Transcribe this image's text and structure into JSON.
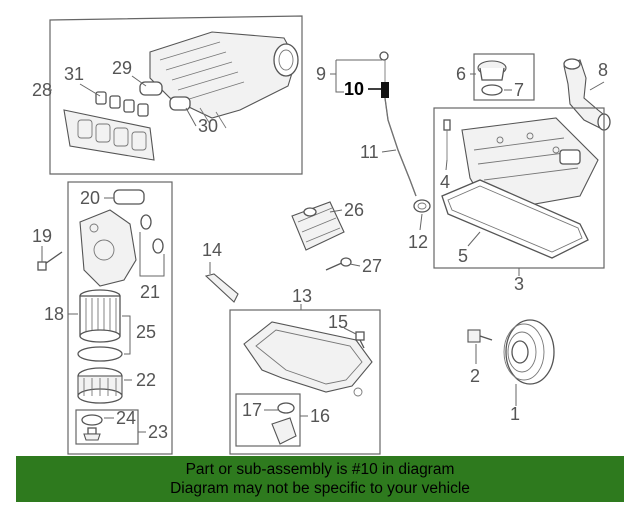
{
  "callouts": {
    "c1": "1",
    "c2": "2",
    "c3": "3",
    "c4": "4",
    "c5": "5",
    "c6": "6",
    "c7": "7",
    "c8": "8",
    "c9": "9",
    "c10": "10",
    "c11": "11",
    "c12": "12",
    "c13": "13",
    "c14": "14",
    "c15": "15",
    "c16": "16",
    "c17": "17",
    "c18": "18",
    "c19": "19",
    "c20": "20",
    "c21": "21",
    "c22": "22",
    "c23": "23",
    "c24": "24",
    "c25": "25",
    "c26": "26",
    "c27": "27",
    "c28": "28",
    "c29": "29",
    "c30": "30",
    "c31": "31"
  },
  "highlighted_part": "10",
  "banner": {
    "line1": "Part or sub-assembly is #10 in diagram",
    "line2": "Diagram may not be specific to your vehicle"
  },
  "colors": {
    "banner_bg": "#2e7a1e",
    "line_art": "#555555"
  }
}
